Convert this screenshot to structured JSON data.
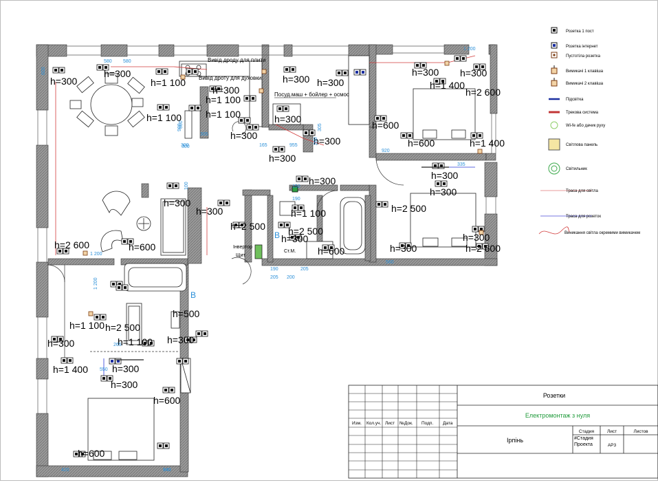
{
  "legend": [
    {
      "icon": "socket-1-post-icon",
      "label": "Розетка 1 пост"
    },
    {
      "icon": "internet-socket-icon",
      "label": "Розетка інтернет"
    },
    {
      "icon": "empty-socket-icon",
      "label": "Пустотіла розетка"
    },
    {
      "icon": "switch-1-key-icon",
      "label": "Вимикачі 1 клавіша"
    },
    {
      "icon": "switch-2-key-icon",
      "label": "Вимикачі 2 клавіша"
    },
    {
      "icon": "backlight-icon",
      "label": "Підсвітка"
    },
    {
      "icon": "track-system-icon",
      "label": "Трекова система"
    },
    {
      "icon": "wifi-sensor-icon",
      "label": "Wi-fe або дачик руху"
    },
    {
      "icon": "light-panel-icon",
      "label": "Світлова панель"
    },
    {
      "icon": "luminaire-icon",
      "label": "Світильник"
    },
    {
      "icon": "light-route-icon",
      "label": "Траса для світла"
    },
    {
      "icon": "socket-route-icon",
      "label": "Траса для розеток"
    },
    {
      "icon": "switch-link-icon",
      "label": "Виникання світла окремими вимикачем"
    }
  ],
  "heights": [
    "h=300",
    "h=300",
    "h=1 100",
    "h=1 100",
    "h=300",
    "h=1 100",
    "h=1 100",
    "h=300",
    "h=300",
    "h=300",
    "h=300",
    "h=300",
    "h=300",
    "h=300",
    "h=1 400",
    "h=2 600",
    "h=300",
    "h=600",
    "h=600",
    "h=1 400",
    "h=300",
    "h=300",
    "h=300",
    "h=300",
    "h=2 500",
    "h=300",
    "h=2 500",
    "h=1 100",
    "h=300",
    "h=600",
    "h=2 600",
    "h=600",
    "h=2 500",
    "h=300",
    "h=300",
    "h=2 600",
    "h=1 100",
    "h=2 500",
    "h=500",
    "h=300",
    "h=1 100",
    "h=300",
    "h=1 400",
    "h=300",
    "h=300",
    "h=600",
    "h=600"
  ],
  "notes": [
    "Вивід дроду для плити",
    "Вивід дроту для духовки",
    "Посуд.маш + бойлер + осмос",
    "Інвертор",
    "Щит",
    "Ст.М.",
    "В",
    "В"
  ],
  "dims": [
    "580",
    "580",
    "1 200",
    "300",
    "900",
    "600",
    "305",
    "300",
    "165",
    "955",
    "305",
    "260",
    "920",
    "335",
    "150",
    "190",
    "190",
    "205",
    "205",
    "200",
    "1 200",
    "1 200",
    "265",
    "550",
    "340",
    "420",
    "940",
    "600",
    "100",
    "560"
  ],
  "title_block": {
    "headers": [
      "Изм.",
      "Кол.уч.",
      "Лист",
      "№Док.",
      "Подп.",
      "Дата"
    ],
    "sheet_title": "Розетки",
    "project_name": "Електромонтаж з нуля",
    "location": "Ірпінь",
    "stage_label": "Стадия",
    "sheet_label": "Лист",
    "sheets_label": "Листов",
    "stage_value": "#Стадия Проекта",
    "sheet_value": "АР3"
  }
}
